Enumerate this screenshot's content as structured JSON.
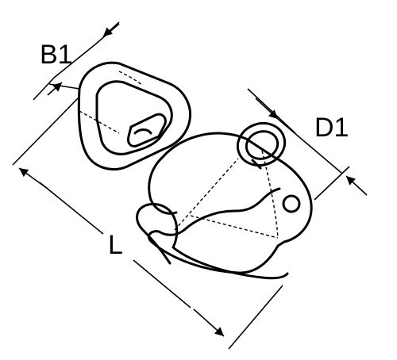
{
  "dimensions": {
    "b1": "B1",
    "d1": "D1",
    "l": "L"
  },
  "colors": {
    "line": "#000000",
    "background": "#ffffff"
  }
}
